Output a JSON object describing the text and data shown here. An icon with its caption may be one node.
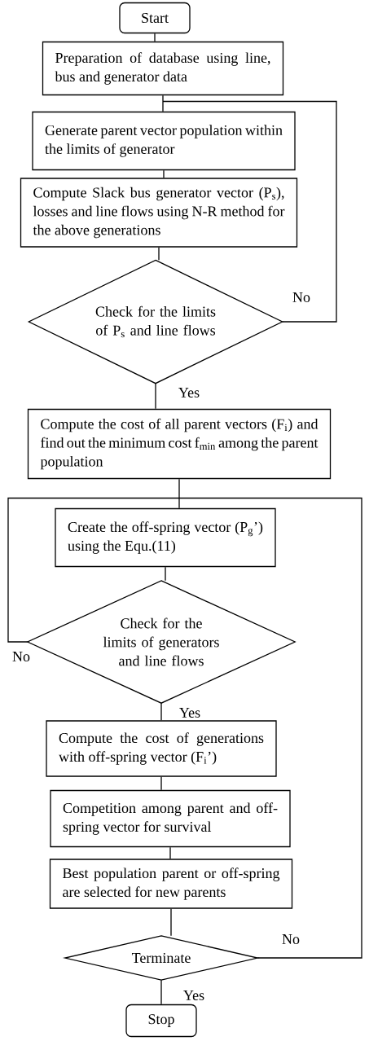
{
  "diagram": {
    "nodes": [
      {
        "text": [
          "Start"
        ]
      },
      {
        "text": [
          "Preparation of  database using line, bus and generator data"
        ]
      },
      {
        "text": [
          "Generate parent vector population within the limits of generator"
        ]
      },
      {
        "text": [
          "Compute Slack bus generator vector (P$_{s}$), losses and line flows using N-R method for the above generations"
        ]
      },
      {
        "text": [
          "Check for the limits of P$_{s}$ and line flows"
        ]
      },
      {
        "text": [
          "Compute the cost of all parent vectors (F$_{i}$) and find out the minimum cost f$_{min}$ among the parent population"
        ]
      },
      {
        "text": [
          "Create the off-spring vector (P$_{g}$’) using the Equ.(11)"
        ]
      },
      {
        "text": [
          "Check for the limits of generators and line flows"
        ]
      },
      {
        "text": [
          "Compute the cost of generations with off-spring vector (F$_{i}$’)"
        ]
      },
      {
        "text": [
          "Competition among parent and off-spring vector for survival"
        ]
      },
      {
        "text": [
          "Best population parent or off-spring are selected for new parents"
        ]
      },
      {
        "text": [
          "Terminate"
        ]
      },
      {
        "text": [
          "Stop"
        ]
      }
    ],
    "edges": [
      {
        "from": 0,
        "to": 1,
        "arrow": "none"
      },
      {
        "from": 1,
        "to": 2,
        "arrow": "none"
      },
      {
        "from": 2,
        "to": 3,
        "arrow": "none"
      },
      {
        "from": 3,
        "to": 4,
        "arrow": "none"
      },
      {
        "from": 4,
        "to": 5,
        "arrow": "none",
        "label": "Yes"
      },
      {
        "from": 4,
        "to": 2,
        "arrow": "none",
        "label": "No"
      },
      {
        "from": 5,
        "to": 6,
        "arrow": "none"
      },
      {
        "from": 6,
        "to": 7,
        "arrow": "none"
      },
      {
        "from": 7,
        "to": 8,
        "arrow": "none",
        "label": "Yes"
      },
      {
        "from": 7,
        "to": 6,
        "arrow": "none",
        "label": "No"
      },
      {
        "from": 8,
        "to": 9,
        "arrow": "none"
      },
      {
        "from": 9,
        "to": 10,
        "arrow": "none"
      },
      {
        "from": 10,
        "to": 11,
        "arrow": "none"
      },
      {
        "from": 11,
        "to": 6,
        "arrow": "none",
        "label": "No"
      },
      {
        "from": 11,
        "to": 12,
        "arrow": "none",
        "label": "Yes"
      }
    ]
  }
}
